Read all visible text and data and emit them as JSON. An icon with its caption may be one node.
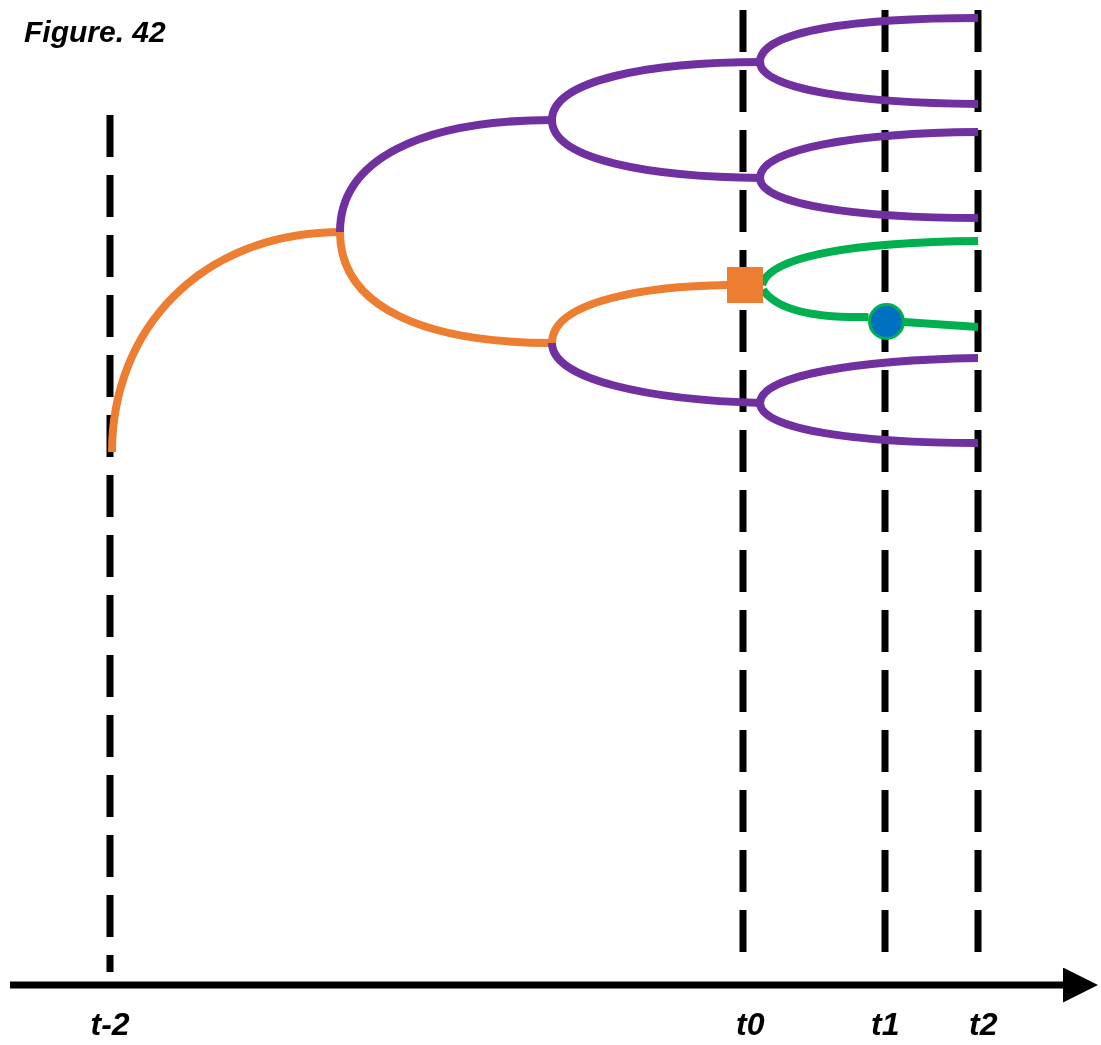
{
  "diagram": {
    "title": "Figure. 42",
    "nodes": [
      {
        "text": [],
        "shape": "box"
      },
      {
        "text": [],
        "shape": "circle"
      }
    ],
    "edges": [
      {
        "from": 0,
        "to": 1,
        "arrow": "none"
      }
    ],
    "labels": [
      "t-2",
      "t0",
      "t1",
      "t2"
    ]
  }
}
